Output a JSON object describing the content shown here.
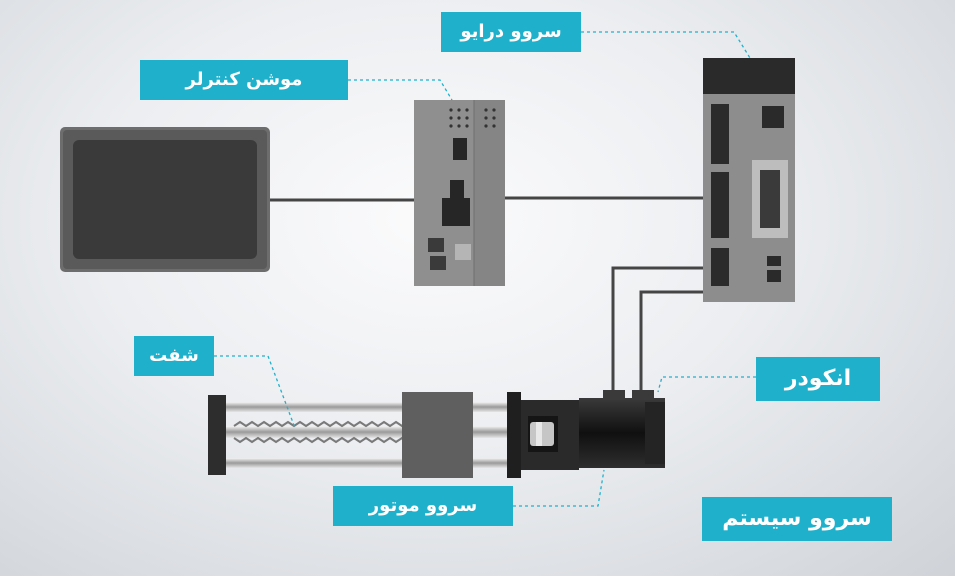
{
  "labels": {
    "servo_drive": "سروو درایو",
    "motion_controller": "موشن کنترلر",
    "shaft": "شفت",
    "encoder": "انکودر",
    "servo_motor": "سروو موتور",
    "servo_system": "سروو سیستم"
  },
  "colors": {
    "label_background": "#1fb1cc",
    "label_text": "#ffffff",
    "leader_line": "#1fb1cc",
    "device_dark": "#2b2b2b",
    "device_gray": "#8a8a8a"
  }
}
